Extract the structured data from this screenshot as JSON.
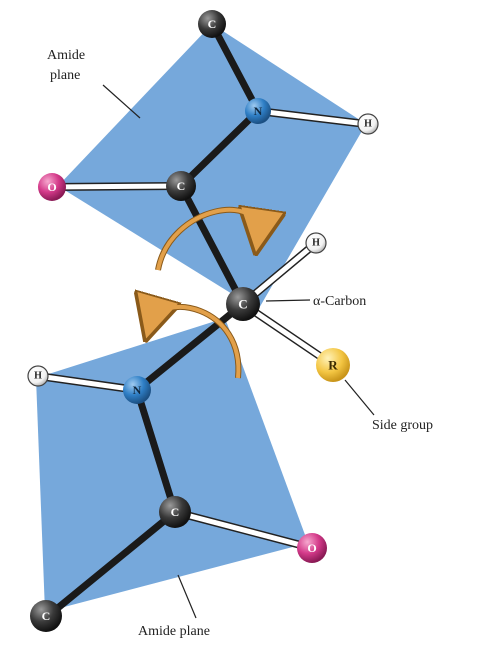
{
  "labels": {
    "amide_plane_top_line1": "Amide",
    "amide_plane_top_line2": "plane",
    "alpha_carbon": "α-Carbon",
    "side_group": "Side group",
    "amide_plane_bottom": "Amide plane"
  },
  "atoms": {
    "carbon": "C",
    "nitrogen": "N",
    "oxygen": "O",
    "hydrogen": "H",
    "r_group": "R"
  },
  "colors": {
    "plane": "#6fa3d9",
    "bond": "#1a1a1a",
    "carbon": "#3a3a3a",
    "nitrogen": "#2f7fc6",
    "oxygen": "#d43a8a",
    "hydrogen": "#ffffff",
    "r_group": "#f3c542",
    "arrow": "#e2a04a"
  }
}
